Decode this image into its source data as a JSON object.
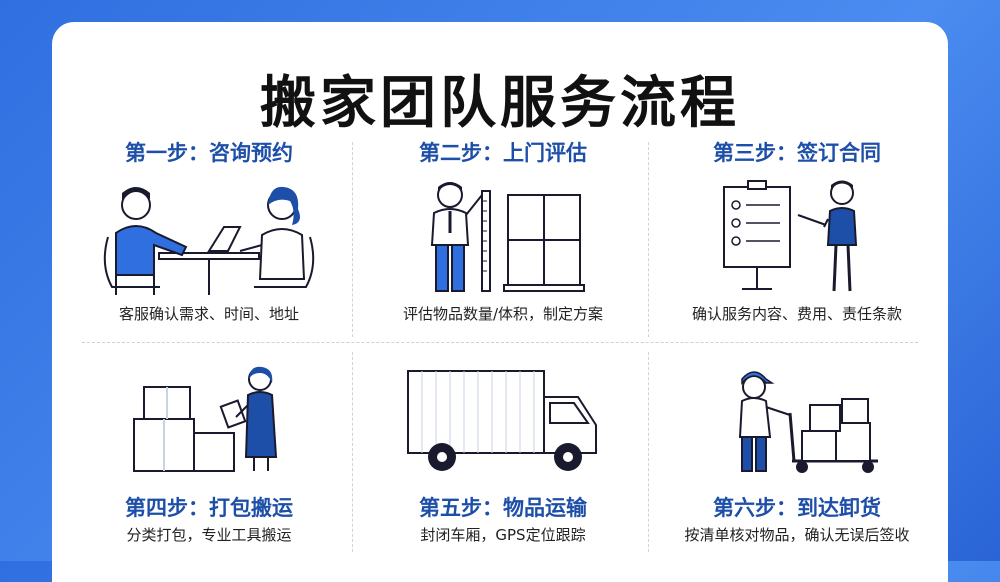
{
  "title": "搬家团队服务流程",
  "steps": [
    {
      "title": "第一步：咨询预约",
      "desc": "客服确认需求、时间、地址"
    },
    {
      "title": "第二步：上门评估",
      "desc": "评估物品数量/体积，制定方案"
    },
    {
      "title": "第三步：签订合同",
      "desc": "确认服务内容、费用、责任条款"
    },
    {
      "title": "第四步：打包搬运",
      "desc": "分类打包，专业工具搬运"
    },
    {
      "title": "第五步：物品运输",
      "desc": "封闭车厢，GPS定位跟踪"
    },
    {
      "title": "第六步：到达卸货",
      "desc": "按清单核对物品，确认无误后签收"
    }
  ],
  "colors": {
    "accent": "#1e4fa8",
    "figure_blue": "#2f6fe0",
    "outline": "#1a1a2e",
    "background": "#2f6fe0"
  }
}
